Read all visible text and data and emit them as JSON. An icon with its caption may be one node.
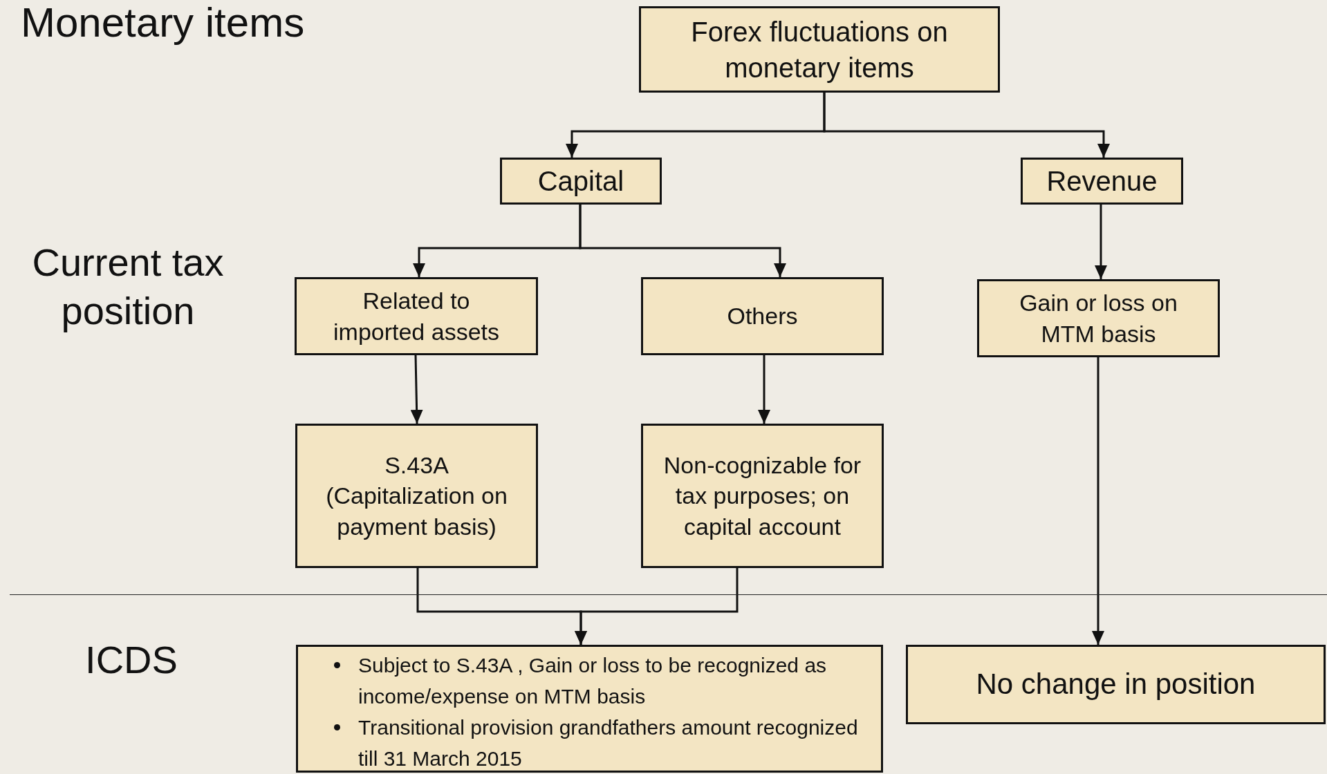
{
  "diagram": {
    "title": "Monetary items",
    "nodes": [
      {
        "text": [
          "Forex fluctuations on monetary items"
        ]
      },
      {
        "text": [
          "Capital"
        ]
      },
      {
        "text": [
          "Revenue"
        ]
      },
      {
        "text": [
          "Related to imported assets"
        ]
      },
      {
        "text": [
          "Others"
        ]
      },
      {
        "text": [
          "Gain or loss on MTM basis"
        ]
      },
      {
        "text": [
          "S.43A (Capitalization on payment basis)"
        ]
      },
      {
        "text": [
          "Non-cognizable for tax purposes; on capital account"
        ]
      },
      {
        "text": [
          "Subject to S.43A , Gain or loss to be recognized as income/expense on MTM basis",
          "Transitional provision grandfathers amount recognized till 31 March 2015"
        ]
      },
      {
        "text": [
          "No change in position"
        ]
      }
    ],
    "edges": [
      {
        "from": 0,
        "to": 1,
        "arrow": "to"
      },
      {
        "from": 0,
        "to": 2,
        "arrow": "to"
      },
      {
        "from": 1,
        "to": 3,
        "arrow": "to"
      },
      {
        "from": 1,
        "to": 4,
        "arrow": "to"
      },
      {
        "from": 2,
        "to": 5,
        "arrow": "to"
      },
      {
        "from": 3,
        "to": 6,
        "arrow": "to"
      },
      {
        "from": 4,
        "to": 7,
        "arrow": "to"
      },
      {
        "from": 6,
        "to": 8,
        "arrow": "to"
      },
      {
        "from": 7,
        "to": 8,
        "arrow": "to"
      },
      {
        "from": 5,
        "to": 9,
        "arrow": "to"
      }
    ],
    "labels": [
      "Current tax position",
      "ICDS"
    ]
  }
}
